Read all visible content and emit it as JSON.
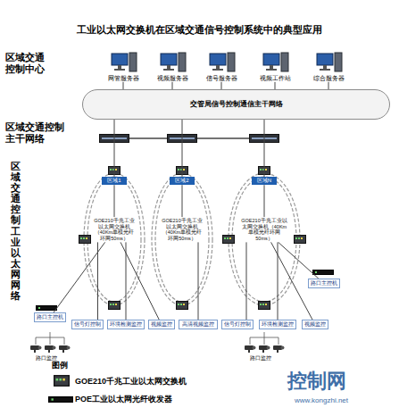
{
  "diagram": {
    "title": "工业以太网交换机在区域交通信号控制系统中的典型应用",
    "nodes": [
      {
        "text": [
          "网管服务器"
        ]
      },
      {
        "text": [
          "视频服务器"
        ]
      },
      {
        "text": [
          "信号服务器"
        ]
      },
      {
        "text": [
          "视频工作站"
        ]
      },
      {
        "text": [
          "综合服务器"
        ]
      },
      {
        "text": [
          "交管局信号控制通信主干网络"
        ]
      },
      {
        "text": [
          "区域1"
        ]
      },
      {
        "text": [
          "区域2"
        ]
      },
      {
        "text": [
          "区域N"
        ]
      },
      {
        "text": [
          "GOE210千兆工业以太网交换机（40Km单模光纤环网50ms）"
        ]
      },
      {
        "text": [
          "GOE210千兆工业以太网交换机（40Km单模光纤环网50ms）"
        ]
      },
      {
        "text": [
          "GOE210千兆工业以太网交换机（40Km单模光纤环网50ms）"
        ]
      },
      {
        "text": [
          "路口主控机"
        ]
      },
      {
        "text": [
          "信号灯控制"
        ]
      },
      {
        "text": [
          "环境检测监控"
        ]
      },
      {
        "text": [
          "视频监控"
        ]
      },
      {
        "text": [
          "高清视频监控"
        ]
      },
      {
        "text": [
          "路口主控机"
        ]
      },
      {
        "text": [
          "信号灯控制"
        ]
      },
      {
        "text": [
          "环境检测监控"
        ]
      },
      {
        "text": [
          "视频监控"
        ]
      }
    ],
    "edges": [
      {
        "from": 0,
        "to": 5,
        "arrow": "none"
      },
      {
        "from": 1,
        "to": 5,
        "arrow": "none"
      },
      {
        "from": 2,
        "to": 5,
        "arrow": "none"
      },
      {
        "from": 3,
        "to": 5,
        "arrow": "none"
      },
      {
        "from": 4,
        "to": 5,
        "arrow": "none"
      },
      {
        "from": 5,
        "to": 6,
        "arrow": "none"
      },
      {
        "from": 5,
        "to": 7,
        "arrow": "none"
      },
      {
        "from": 5,
        "to": 8,
        "arrow": "none"
      },
      {
        "from": 6,
        "to": 9,
        "arrow": "none"
      },
      {
        "from": 7,
        "to": 10,
        "arrow": "none"
      },
      {
        "from": 8,
        "to": 11,
        "arrow": "none"
      },
      {
        "from": 9,
        "to": 12,
        "arrow": "none"
      },
      {
        "from": 9,
        "to": 13,
        "arrow": "none"
      },
      {
        "from": 9,
        "to": 14,
        "arrow": "none"
      },
      {
        "from": 9,
        "to": 15,
        "arrow": "none"
      },
      {
        "from": 10,
        "to": 16,
        "arrow": "none"
      },
      {
        "from": 11,
        "to": 17,
        "arrow": "none"
      },
      {
        "from": 11,
        "to": 18,
        "arrow": "none"
      },
      {
        "from": 11,
        "to": 19,
        "arrow": "none"
      },
      {
        "from": 11,
        "to": 20,
        "arrow": "none"
      }
    ],
    "labels": [
      "区域交通控制中心",
      "区域交通控制主干网络",
      "区域交通控制工业以太网网络",
      "图例",
      "路口监控",
      "路口监控",
      "控制网",
      "www.kongzhi.net"
    ],
    "legend": [
      {
        "text": "GOE210千兆工业以太网交换机"
      },
      {
        "text": "POE工业以太网光纤收发器"
      }
    ]
  }
}
